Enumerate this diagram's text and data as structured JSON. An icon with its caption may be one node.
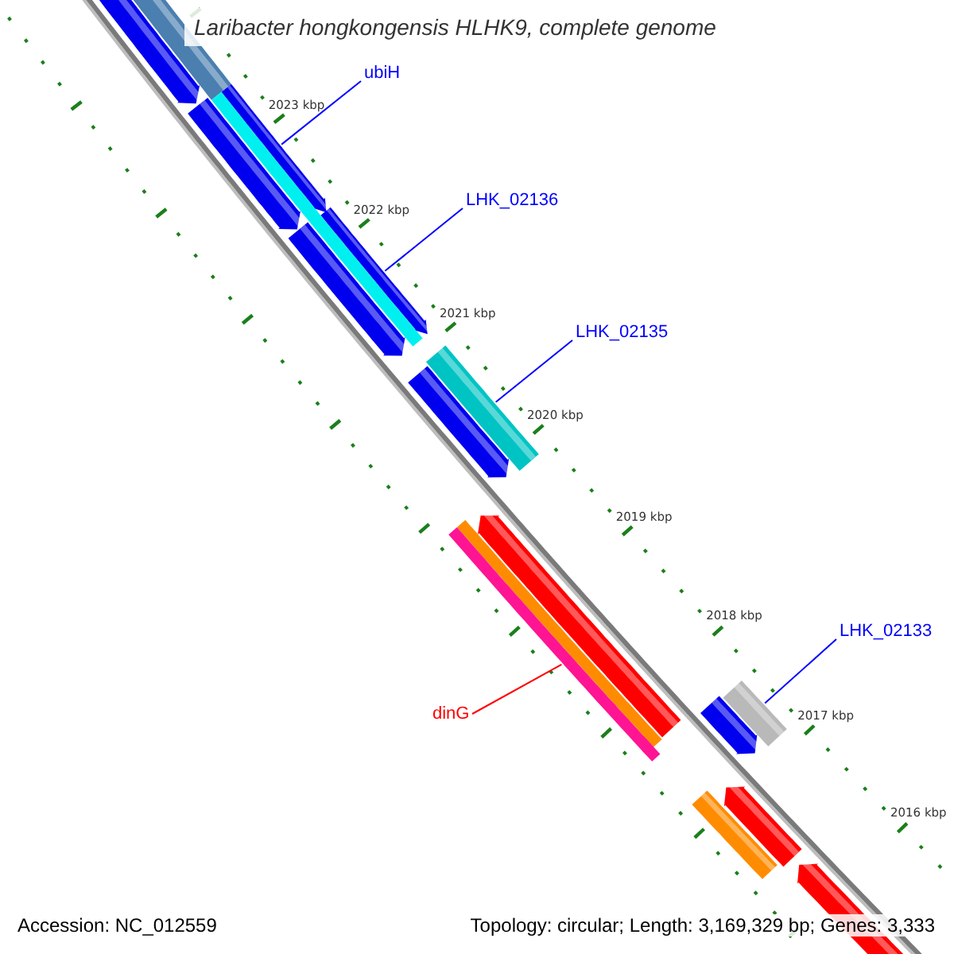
{
  "diagram": {
    "title": "Laribacter hongkongensis HLHK9, complete genome",
    "nodes": [
      {
        "text": [
          "ubiH"
        ]
      },
      {
        "text": [],
        "shape": "arrow"
      },
      {
        "text": [
          "LHK_02136"
        ]
      },
      {
        "text": [],
        "shape": "arrow"
      },
      {
        "text": [
          "LHK_02135"
        ]
      },
      {
        "text": [],
        "shape": "bar"
      },
      {
        "text": [
          "LHK_02133"
        ]
      },
      {
        "text": [],
        "shape": "bar"
      },
      {
        "text": [
          "dinG"
        ]
      },
      {
        "text": [],
        "shape": "arrow"
      }
    ],
    "edges": [
      {
        "from": 0,
        "to": 1,
        "arrow": "none"
      },
      {
        "from": 2,
        "to": 3,
        "arrow": "none"
      },
      {
        "from": 4,
        "to": 5,
        "arrow": "none"
      },
      {
        "from": 6,
        "to": 7,
        "arrow": "none"
      },
      {
        "from": 8,
        "to": 9,
        "arrow": "none",
        "color": "#ff0000"
      }
    ],
    "labels": [
      "2023 kbp",
      "2022 kbp",
      "2021 kbp",
      "2020 kbp",
      "2019 kbp",
      "2018 kbp",
      "2017 kbp",
      "2016 kbp",
      "Accession: NC_012559",
      "Topology: circular; Length: 3,169,329 bp; Genes: 3,333"
    ]
  }
}
